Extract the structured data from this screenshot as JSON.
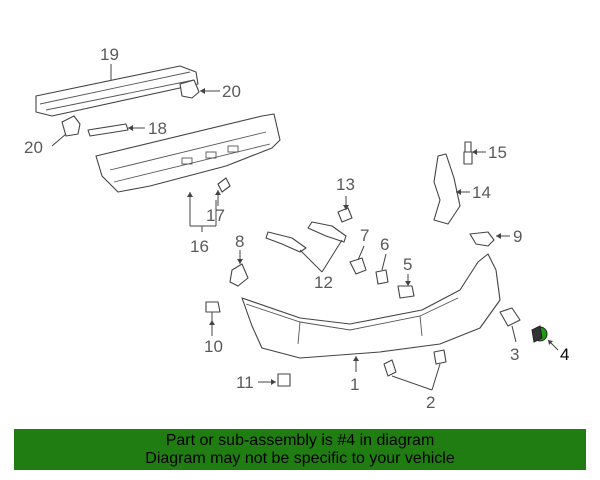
{
  "diagram": {
    "callouts": [
      {
        "key": "c19",
        "label": "19"
      },
      {
        "key": "c20a",
        "label": "20"
      },
      {
        "key": "c18",
        "label": "18"
      },
      {
        "key": "c20b",
        "label": "20"
      },
      {
        "key": "c15",
        "label": "15"
      },
      {
        "key": "c13",
        "label": "13"
      },
      {
        "key": "c14",
        "label": "14"
      },
      {
        "key": "c17",
        "label": "17"
      },
      {
        "key": "c16",
        "label": "16"
      },
      {
        "key": "c8",
        "label": "8"
      },
      {
        "key": "c7",
        "label": "7"
      },
      {
        "key": "c6",
        "label": "6"
      },
      {
        "key": "c9",
        "label": "9"
      },
      {
        "key": "c12",
        "label": "12"
      },
      {
        "key": "c5",
        "label": "5"
      },
      {
        "key": "c10",
        "label": "10"
      },
      {
        "key": "c3",
        "label": "3"
      },
      {
        "key": "c4",
        "label": "4"
      },
      {
        "key": "c11",
        "label": "11"
      },
      {
        "key": "c1",
        "label": "1"
      },
      {
        "key": "c2",
        "label": "2"
      }
    ],
    "highlighted_part": "4",
    "highlight_color": "#1f9d10"
  },
  "banner": {
    "line1": "Part or sub-assembly is #4 in diagram",
    "line2": "Diagram may not be specific to your vehicle",
    "background": "#1f7d12"
  }
}
